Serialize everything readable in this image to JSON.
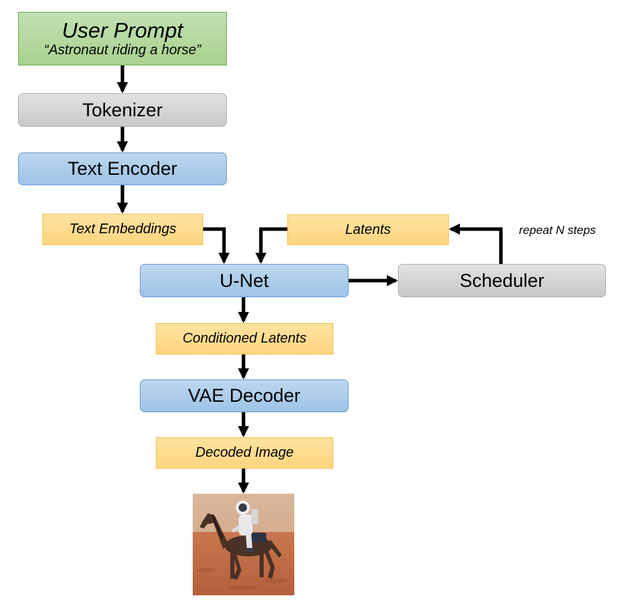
{
  "nodes": {
    "user_prompt": {
      "title": "User Prompt",
      "subtitle": "“Astronaut riding a horse”"
    },
    "tokenizer": "Tokenizer",
    "text_encoder": "Text Encoder",
    "text_embeddings": "Text Embeddings",
    "latents": "Latents",
    "unet": "U-Net",
    "scheduler": "Scheduler",
    "conditioned_latents": "Conditioned Latents",
    "vae_decoder": "VAE Decoder",
    "decoded_image": "Decoded Image"
  },
  "loop_label": "repeat N steps",
  "colors": {
    "prompt_fill": "#a9d18e",
    "model_fill": "#9dc3e6",
    "utility_fill": "#c9c9c9",
    "tensor_fill": "#ffd57e",
    "arrow": "#000000"
  }
}
